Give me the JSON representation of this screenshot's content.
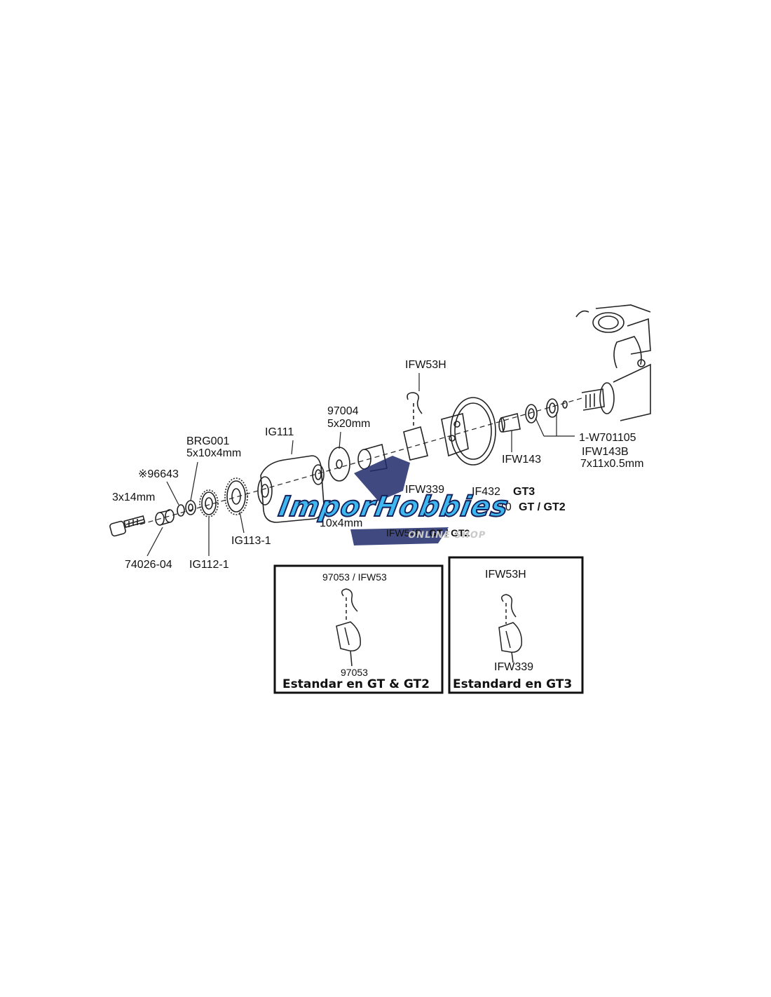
{
  "labels": {
    "ifw53h_top": "IFW53H",
    "p97004": "97004",
    "p97004_size": "5x20mm",
    "ig111": "IG111",
    "brg001": "BRG001",
    "brg001_size": "5x10x4mm",
    "p96643": "※96643",
    "screw": "3x14mm",
    "p74026": "74026-04",
    "ig112": "IG112-1",
    "ig113": "IG113-1",
    "ifw339": "IFW339",
    "if432": "IF432",
    "if432_tag": "GT3",
    "p10": "10",
    "p10_tag": "GT / GT2",
    "bearing_partial": "10x4mm",
    "ifw54b": "IFW54B",
    "ifw54b_tag": "GT / GT2",
    "ifw143": "IFW143",
    "w701105": "1-W701105",
    "ifw143b": "IFW143B",
    "ifw143b_size": "7x11x0.5mm"
  },
  "box_left": {
    "top_label": "97053 / IFW53",
    "bottom_label": "97053",
    "caption": "Estandar en GT & GT2"
  },
  "box_right": {
    "top_label": "IFW53H",
    "bottom_label": "IFW339",
    "caption": "Estandard en GT3"
  },
  "watermark": {
    "brand": "ImporHobbies",
    "sub": "ONLINE SHOP"
  }
}
